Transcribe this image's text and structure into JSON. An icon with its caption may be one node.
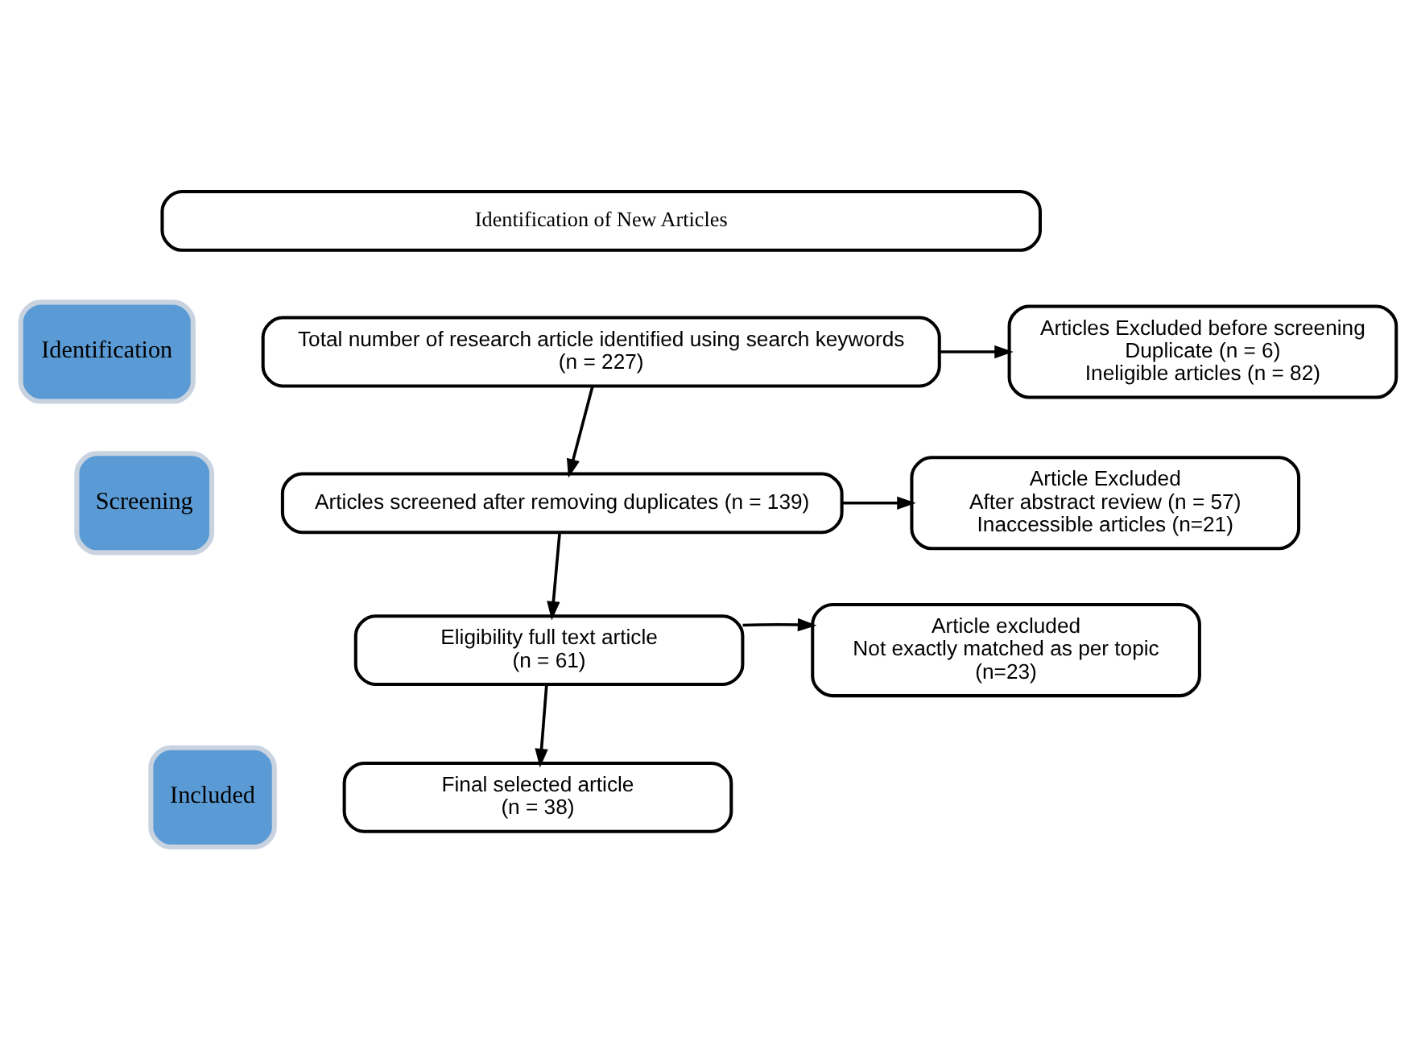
{
  "diagram": {
    "nodes": [
      {
        "text": [
          "Identification of New Articles"
        ]
      },
      {
        "text": [
          "Identification"
        ]
      },
      {
        "text": [
          "Total number of research article identified using search keywords",
          "(n = 227)"
        ]
      },
      {
        "text": [
          "Articles Excluded before screening",
          "Duplicate (n = 6)",
          "Ineligible articles (n = 82)"
        ]
      },
      {
        "text": [
          "Screening"
        ]
      },
      {
        "text": [
          "Articles screened after removing duplicates (n = 139)"
        ]
      },
      {
        "text": [
          "Article Excluded",
          "After abstract review (n = 57)",
          "Inaccessible articles (n=21)"
        ]
      },
      {
        "text": [
          "Eligibility full text article",
          "(n = 61)"
        ]
      },
      {
        "text": [
          "Article excluded",
          "Not exactly matched as per topic",
          "(n=23)"
        ]
      },
      {
        "text": [
          "Included"
        ]
      },
      {
        "text": [
          "Final selected article",
          "(n = 38)"
        ]
      }
    ],
    "edges": [
      {
        "from": 2,
        "to": 3,
        "arrow": "to"
      },
      {
        "from": 2,
        "to": 5,
        "arrow": "to"
      },
      {
        "from": 5,
        "to": 6,
        "arrow": "to"
      },
      {
        "from": 5,
        "to": 7,
        "arrow": "to"
      },
      {
        "from": 7,
        "to": 8,
        "arrow": "to"
      },
      {
        "from": 7,
        "to": 10,
        "arrow": "to"
      }
    ]
  }
}
